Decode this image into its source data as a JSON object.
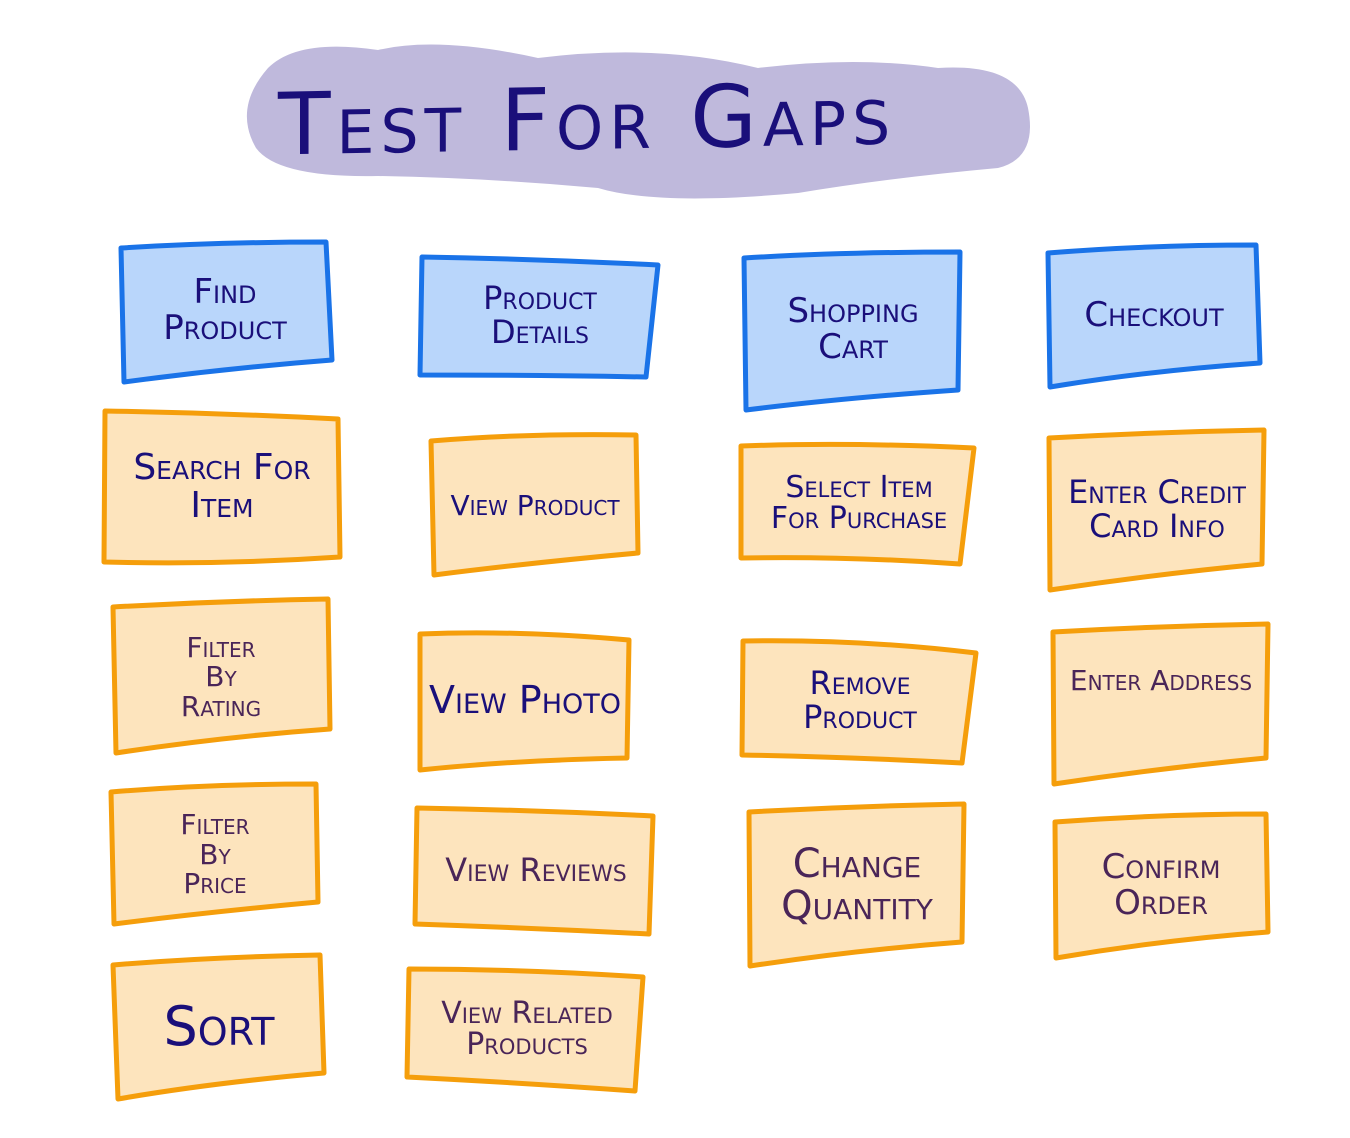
{
  "title": "Test For Gaps",
  "colors": {
    "title_highlight": "#bfb9dc",
    "title_ink": "#1a0f7a",
    "epic_fill": "#b9d6fb",
    "epic_stroke": "#1a73e8",
    "story_fill": "#fde4bd",
    "story_stroke": "#f59e0b",
    "ink_blue": "#1a0f7a",
    "ink_purple": "#4a2558"
  },
  "columns": [
    {
      "epic": "Find\nProduct",
      "stories": [
        "Search For\nItem",
        "Filter\nBy\nRating",
        "Filter\nBy\nPrice",
        "Sort"
      ]
    },
    {
      "epic": "Product\nDetails",
      "stories": [
        "View Product",
        "View Photo",
        "View Reviews",
        "View Related\nProducts"
      ]
    },
    {
      "epic": "Shopping\nCart",
      "stories": [
        "Select Item\nFor Purchase",
        "Remove\nProduct",
        "Change\nQuantity"
      ]
    },
    {
      "epic": "Checkout",
      "stories": [
        "Enter Credit\nCard Info",
        "Enter Address",
        "Confirm\nOrder"
      ]
    }
  ]
}
